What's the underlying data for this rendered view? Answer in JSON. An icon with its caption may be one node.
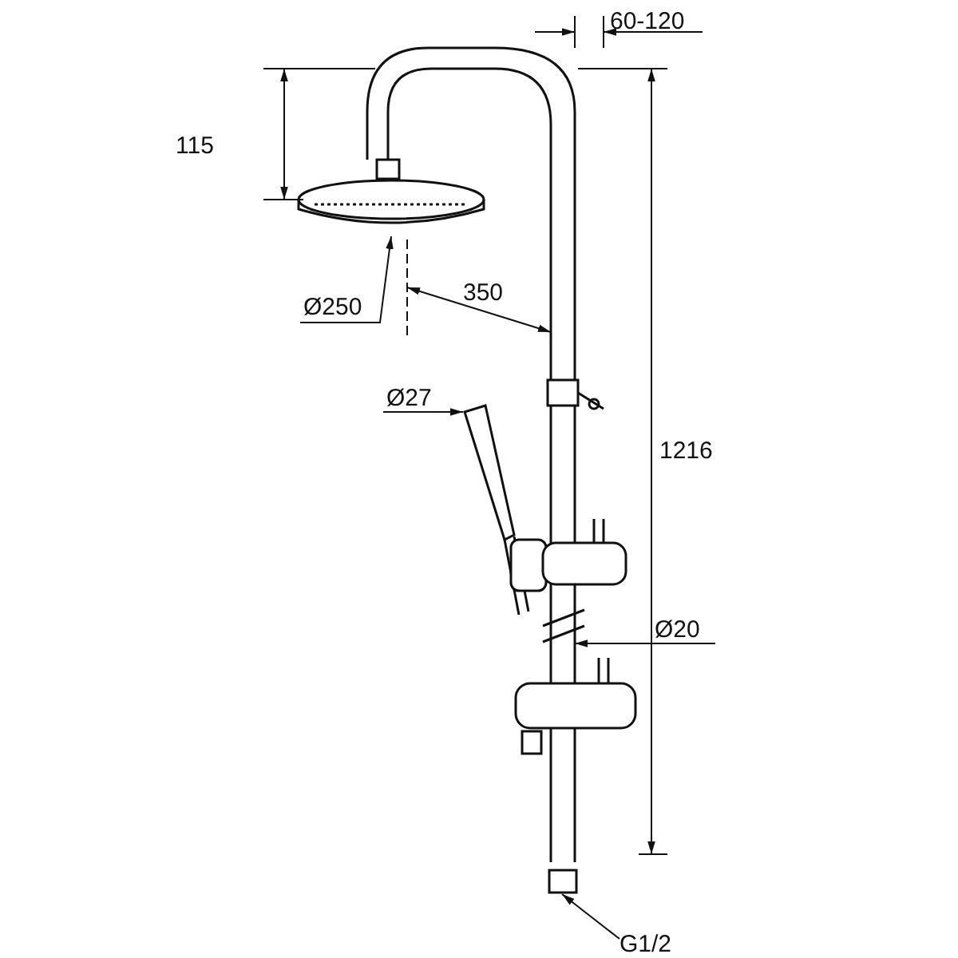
{
  "diagram": {
    "nodes": [
      {
        "text": [
          "Ø250"
        ]
      },
      {
        "text": [
          "Ø27"
        ]
      },
      {
        "text": [
          "Ø20"
        ]
      },
      {
        "text": [
          "G1/2"
        ]
      }
    ],
    "edges": [
      {
        "from": 0,
        "to": null,
        "arrow": "to"
      },
      {
        "from": 1,
        "to": null,
        "arrow": "to"
      },
      {
        "from": 2,
        "to": null,
        "arrow": "to"
      },
      {
        "from": 3,
        "to": null,
        "arrow": "to"
      }
    ],
    "labels": [
      "60-120",
      "115",
      "350",
      "1216"
    ]
  }
}
